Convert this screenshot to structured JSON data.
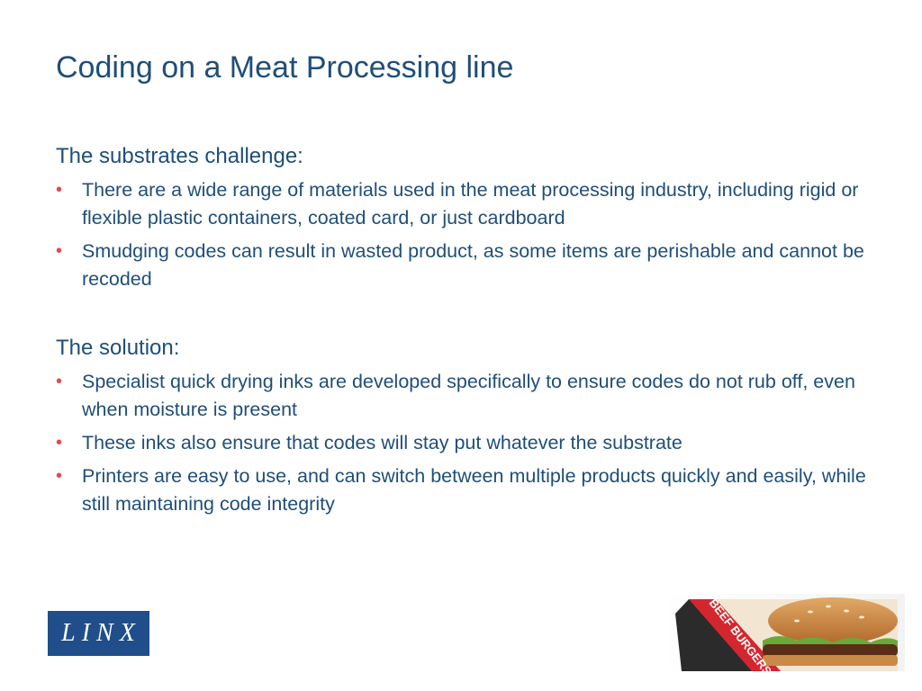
{
  "slide": {
    "title": "Coding on a Meat Processing line"
  },
  "sections": [
    {
      "heading": "The substrates challenge:",
      "bullets": [
        "There are a wide range of materials used in the meat processing industry, including rigid or flexible plastic containers, coated card, or just cardboard",
        "Smudging codes can result in wasted product, as some items are perishable and cannot be recoded"
      ]
    },
    {
      "heading": "The solution:",
      "bullets": [
        "Specialist quick drying inks are developed specifically to ensure codes do not rub off, even when moisture is present",
        "These inks also ensure that codes will stay put whatever the substrate",
        "Printers are easy to use, and can switch between multiple products quickly and easily, while still maintaining code integrity"
      ]
    }
  ],
  "bullet_glyph": "•",
  "logo": {
    "text": "LINX",
    "background": "#1f4e8a"
  },
  "product_image": {
    "label": "BEEF BURGERS",
    "icon": "burger-box-photo"
  },
  "colors": {
    "text": "#1f4e79",
    "bullet": "#e8474c",
    "box_red": "#d4262e"
  }
}
